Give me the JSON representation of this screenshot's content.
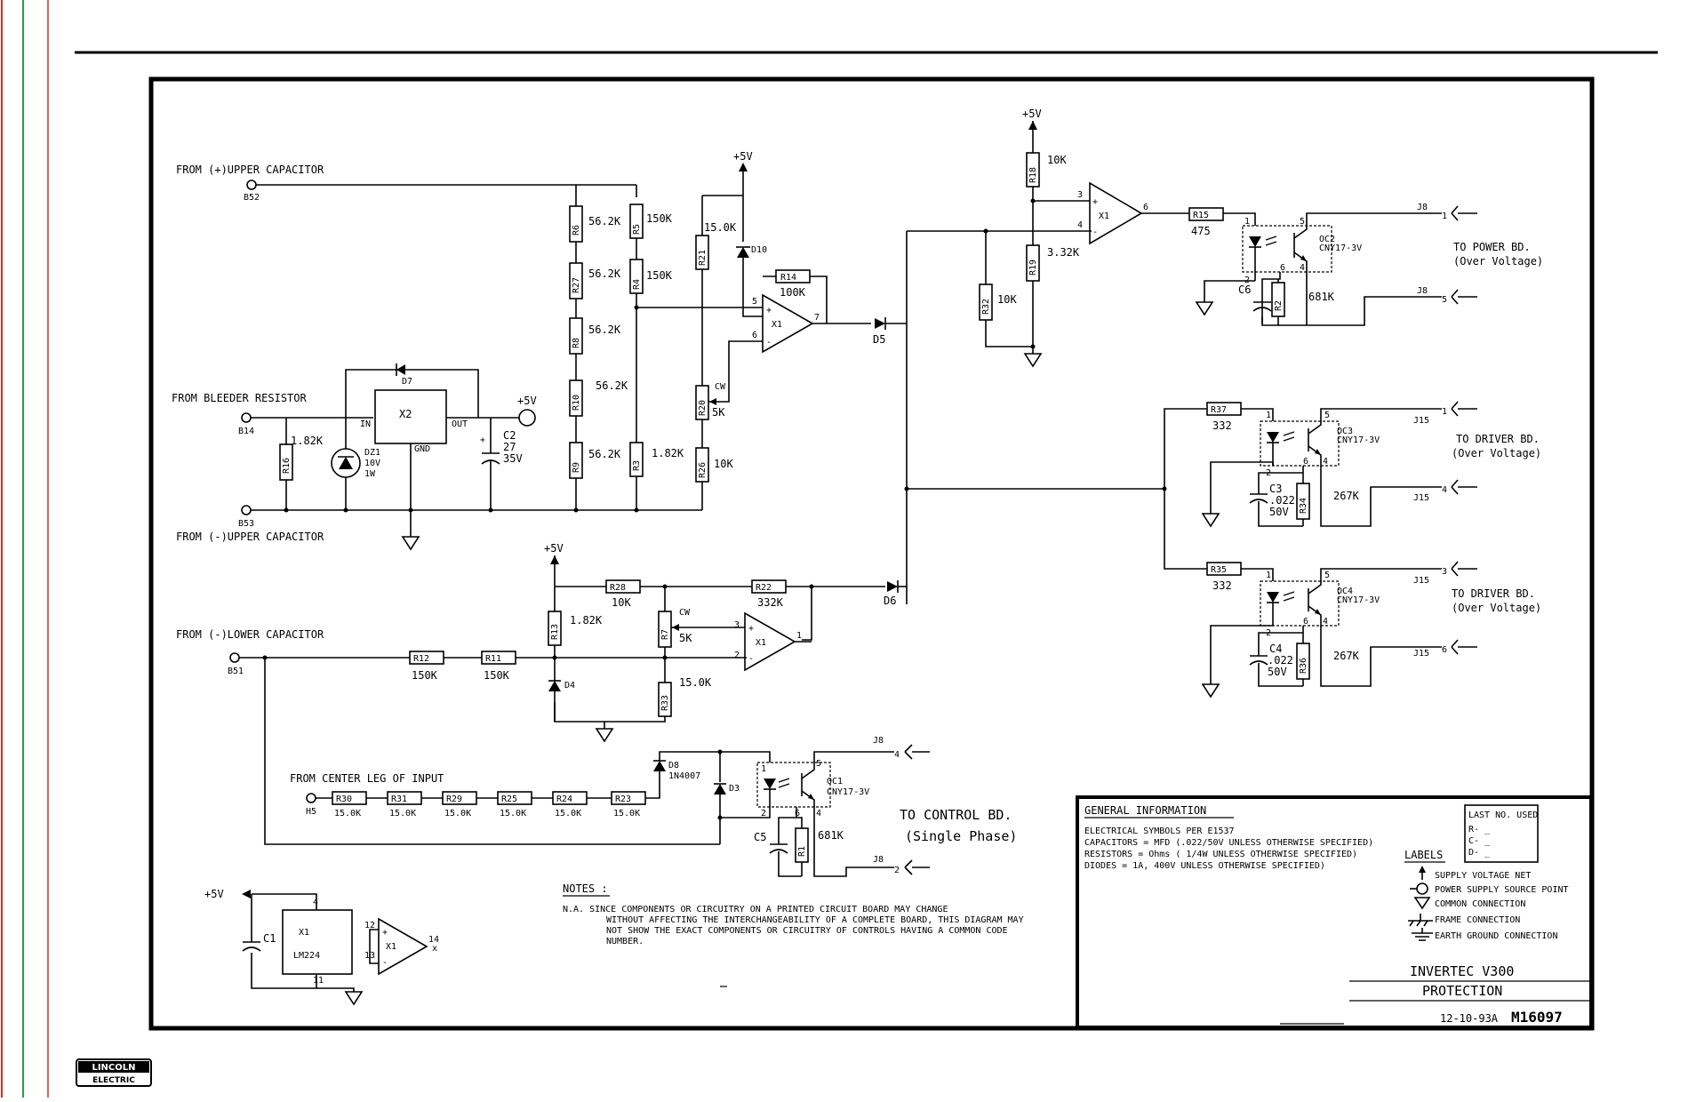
{
  "colors": {
    "margin_red": "#d32f2f",
    "margin_green": "#2e9e3e",
    "ink": "#000000"
  },
  "labels": {
    "from_upper_pos": "FROM (+)UPPER CAPACITOR",
    "b52": "B52",
    "from_bleeder": "FROM BLEEDER RESISTOR",
    "b14": "B14",
    "b53": "B53",
    "from_upper_neg": "FROM (-)UPPER CAPACITOR",
    "from_lower_neg": "FROM (-)LOWER CAPACITOR",
    "b51": "B51",
    "from_center": "FROM CENTER LEG OF INPUT",
    "h5": "H5",
    "plus5v": "+5V",
    "to_power_bd": "TO POWER BD.",
    "over_voltage_a": "(Over Voltage)",
    "to_driver_bd_1": "TO DRIVER BD.",
    "over_voltage_b": "(Over Voltage)",
    "to_driver_bd_2": "TO DRIVER BD.",
    "over_voltage_c": "(Over Voltage)",
    "to_control_bd": "TO CONTROL BD.",
    "single_phase": "(Single Phase)"
  },
  "parts": {
    "r6": "R6",
    "r6v": "56.2K",
    "r5": "R5",
    "r5v": "150K",
    "r27": "R27",
    "r27v": "56.2K",
    "r4": "R4",
    "r4v": "150K",
    "r8": "R8",
    "r8v": "56.2K",
    "r10": "R10",
    "r10v": "56.2K",
    "r9": "R9",
    "r9v": "56.2K",
    "r3": "R3",
    "r3v": "1.82K",
    "r21": "R21",
    "r21v": "15.0K",
    "r20": "R20",
    "r20v": "5K",
    "cw": "CW",
    "r26": "R26",
    "r26v": "10K",
    "r14": "R14",
    "r14v": "100K",
    "d10": "D10",
    "d7": "D7",
    "d5": "D5",
    "d6": "D6",
    "d4": "D4",
    "d3": "D3",
    "x2": "X2",
    "x2_in": "IN",
    "x2_out": "OUT",
    "x2_gnd": "GND",
    "r16": "R16",
    "r16v": "1.82K",
    "dz1": "DZ1",
    "dz1v": "10V",
    "dz1w": "1W",
    "c2": "C2",
    "c2v": "27",
    "c2w": "35V",
    "x1": "X1",
    "r18": "R18",
    "r18v": "10K",
    "r19": "R19",
    "r19v": "3.32K",
    "r32": "R32",
    "r32v": "10K",
    "r15": "R15",
    "r15v": "475",
    "oc2": "OC2",
    "oc2t": "CNY17-3V",
    "c6": "C6",
    "r2": "R2",
    "r2v": "681K",
    "r37": "R37",
    "r37v": "332",
    "oc3": "OC3",
    "oc3t": "CNY17-3V",
    "c3": "C3",
    "c3v": ".022",
    "c3w": "50V",
    "r34": "R34",
    "r34v": "267K",
    "r35": "R35",
    "r35v": "332",
    "oc4": "OC4",
    "oc4t": "CNY17-3V",
    "c4": "C4",
    "c4v": ".022",
    "c4w": "50V",
    "r36": "R36",
    "r36v": "267K",
    "r28": "R28",
    "r28v": "10K",
    "r22": "R22",
    "r22v": "332K",
    "r13": "R13",
    "r13v": "1.82K",
    "r7": "R7",
    "r7v": "5K",
    "r33": "R33",
    "r33v": "15.0K",
    "r12": "R12",
    "r12v": "150K",
    "r11": "R11",
    "r11v": "150K",
    "r30": "R30",
    "r31": "R31",
    "r29": "R29",
    "r25": "R25",
    "r24": "R24",
    "r23": "R23",
    "r15k": "15.0K",
    "d8": "D8",
    "d8v": "1N4007",
    "oc1": "OC1",
    "oc1t": "CNY17-3V",
    "c5": "C5",
    "r1": "R1",
    "r1v": "681K",
    "c1": "C1",
    "x1b": "X1",
    "lm224": "LM224"
  },
  "connectors": {
    "j8": "J8",
    "j15": "J15",
    "p1": "1",
    "p5": "5",
    "p2": "2",
    "p3": "3",
    "p4": "4",
    "p6": "6"
  },
  "notes": {
    "title": "NOTES :",
    "line1": "N.A.  SINCE COMPONENTS OR CIRCUITRY ON A PRINTED CIRCUIT BOARD MAY CHANGE",
    "line2": "WITHOUT AFFECTING THE INTERCHANGEABILITY OF A COMPLETE BOARD, THIS DIAGRAM MAY",
    "line3": "NOT SHOW THE EXACT COMPONENTS OR CIRCUITRY OF CONTROLS HAVING A COMMON CODE",
    "line4": "NUMBER."
  },
  "info": {
    "title": "GENERAL INFORMATION",
    "line1": "ELECTRICAL SYMBOLS PER E1537",
    "line2": "CAPACITORS =   MFD (.022/50V   UNLESS OTHERWISE SPECIFIED)",
    "line3": "RESISTORS = Ohms (   1/4W UNLESS OTHERWISE SPECIFIED)",
    "line4": "DIODES =   1A, 400V     UNLESS OTHERWISE SPECIFIED)"
  },
  "last_no": {
    "title": "LAST NO. USED",
    "r": "R- _",
    "c": "C- _",
    "d": "D- _"
  },
  "legend": {
    "title": "LABELS",
    "items": [
      "SUPPLY VOLTAGE NET",
      "POWER SUPPLY SOURCE POINT",
      "COMMON CONNECTION",
      "FRAME CONNECTION",
      "EARTH GROUND CONNECTION"
    ]
  },
  "title_block": {
    "product": "INVERTEC V300",
    "subject": "PROTECTION",
    "date": "12-10-93A",
    "drawing_no": "M16097"
  },
  "logo": {
    "top": "LINCOLN",
    "bottom": "ELECTRIC"
  }
}
